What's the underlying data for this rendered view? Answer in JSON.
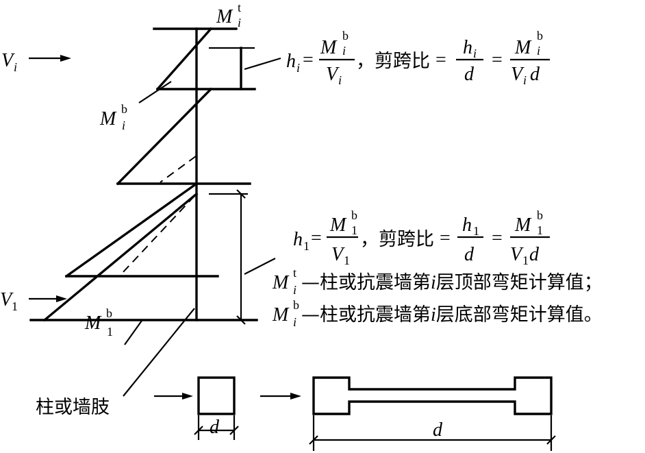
{
  "diagram": {
    "top_moment": {
      "symbol": "M",
      "sub": "i",
      "sup": "t"
    },
    "shear_i": {
      "symbol": "V",
      "sub": "i"
    },
    "bottom_moment_i": {
      "symbol": "M",
      "sub": "i",
      "sup": "b"
    },
    "shear_1": {
      "symbol": "V",
      "sub": "1"
    },
    "bottom_moment_1": {
      "symbol": "M",
      "sub": "1",
      "sup": "b"
    },
    "member_label": "柱或墙肢",
    "column_width": "d",
    "wall_width": "d"
  },
  "formula_i": {
    "lhs": "h",
    "lhs_sub": "i",
    "eq": "=",
    "f1": {
      "num": "M",
      "num_sub": "i",
      "num_sup": "b",
      "den": "V",
      "den_sub": "i"
    },
    "sep": "，剪跨比",
    "eq2": "=",
    "f2": {
      "num": "h",
      "num_sub": "i",
      "den": "d"
    },
    "eq3": "=",
    "f3": {
      "num": "M",
      "num_sub": "i",
      "num_sup": "b",
      "den": "V",
      "den_sub": "i",
      "den_tail": "d"
    }
  },
  "formula_1": {
    "lhs": "h",
    "lhs_sub": "1",
    "eq": "=",
    "f1": {
      "num": "M",
      "num_sub": "1",
      "num_sup": "b",
      "den": "V",
      "den_sub": "1"
    },
    "sep": "，剪跨比",
    "eq2": "=",
    "f2": {
      "num": "h",
      "num_sub": "1",
      "den": "d"
    },
    "eq3": "=",
    "f3": {
      "num": "M",
      "num_sub": "1",
      "num_sup": "b",
      "den": "V",
      "den_sub": "1",
      "den_tail": "d"
    }
  },
  "legend": [
    {
      "symbol": "M",
      "sub": "i",
      "sup": "t",
      "text_a": "—柱或抗震墙第",
      "var": "i",
      "text_b": "层顶部弯矩计算值；"
    },
    {
      "symbol": "M",
      "sub": "i",
      "sup": "b",
      "text_a": "—柱或抗震墙第",
      "var": "i",
      "text_b": "层底部弯矩计算值。"
    }
  ]
}
